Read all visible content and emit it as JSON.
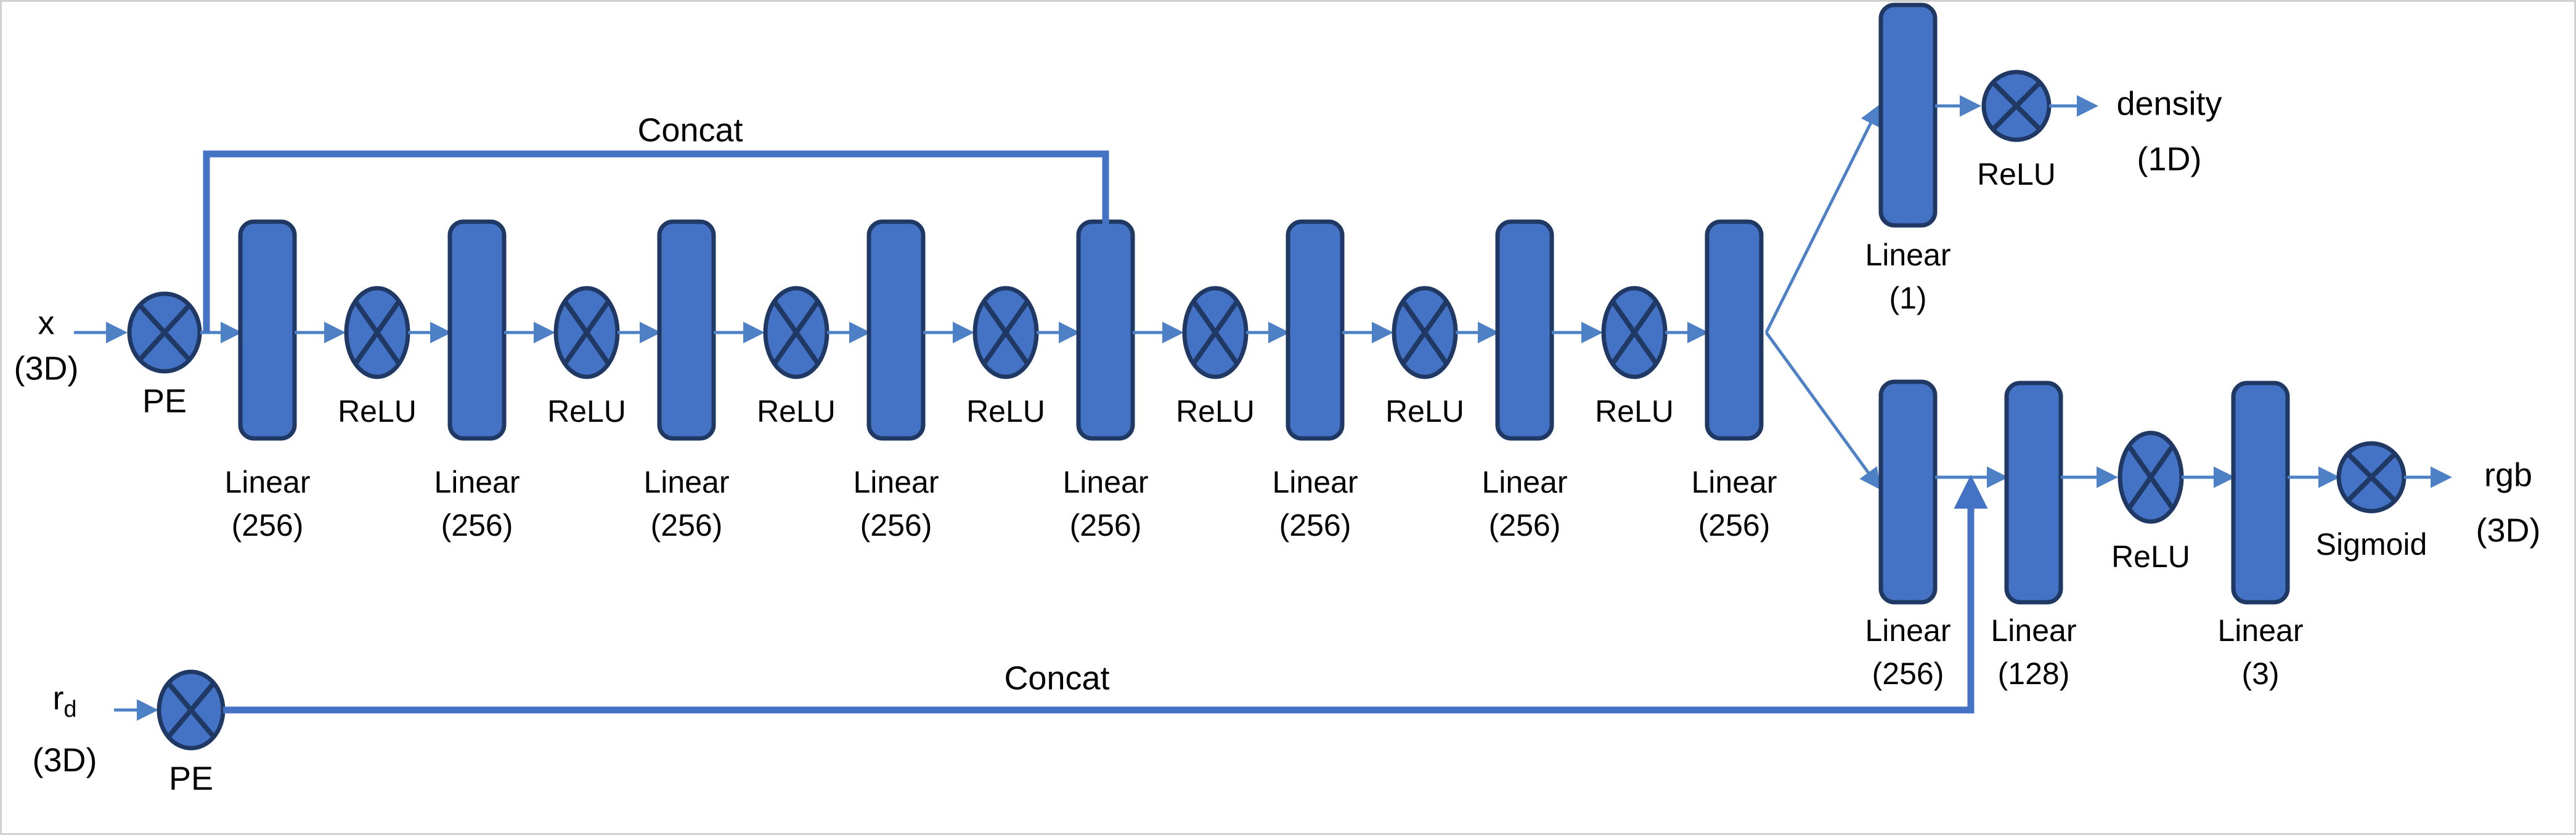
{
  "figure": {
    "title": "NeRF MLP architecture",
    "colors": {
      "node_fill": "#4472C4",
      "node_stroke": "#1F3864",
      "arrow": "#4E80C6",
      "text": "#000000",
      "background": "#FFFFFF"
    }
  },
  "inputs": {
    "x": {
      "symbol": "x",
      "dim": "(3D)"
    },
    "rd": {
      "symbol": "r",
      "sub": "d",
      "dim": "(3D)"
    }
  },
  "outputs": {
    "density": {
      "label": "density",
      "dim": "(1D)"
    },
    "rgb": {
      "label": "rgb",
      "dim": "(3D)"
    }
  },
  "encoders": {
    "pe_x": "PE",
    "pe_rd": "PE"
  },
  "skip_connections": {
    "top": "Concat",
    "bottom": "Concat"
  },
  "trunk": [
    {
      "kind": "linear",
      "label": "Linear",
      "size": "(256)"
    },
    {
      "kind": "relu",
      "label": "ReLU"
    },
    {
      "kind": "linear",
      "label": "Linear",
      "size": "(256)"
    },
    {
      "kind": "relu",
      "label": "ReLU"
    },
    {
      "kind": "linear",
      "label": "Linear",
      "size": "(256)"
    },
    {
      "kind": "relu",
      "label": "ReLU"
    },
    {
      "kind": "linear",
      "label": "Linear",
      "size": "(256)"
    },
    {
      "kind": "relu",
      "label": "ReLU"
    },
    {
      "kind": "linear",
      "label": "Linear",
      "size": "(256)"
    },
    {
      "kind": "relu",
      "label": "ReLU"
    },
    {
      "kind": "linear",
      "label": "Linear",
      "size": "(256)"
    },
    {
      "kind": "relu",
      "label": "ReLU"
    },
    {
      "kind": "linear",
      "label": "Linear",
      "size": "(256)"
    },
    {
      "kind": "relu",
      "label": "ReLU"
    },
    {
      "kind": "linear",
      "label": "Linear",
      "size": "(256)"
    }
  ],
  "density_branch": [
    {
      "kind": "linear",
      "label": "Linear",
      "size": "(1)"
    },
    {
      "kind": "relu",
      "label": "ReLU"
    }
  ],
  "color_branch": [
    {
      "kind": "linear",
      "label": "Linear",
      "size": "(256)"
    },
    {
      "kind": "linear",
      "label": "Linear",
      "size": "(128)"
    },
    {
      "kind": "relu",
      "label": "ReLU"
    },
    {
      "kind": "linear",
      "label": "Linear",
      "size": "(3)"
    },
    {
      "kind": "sigmoid",
      "label": "Sigmoid"
    }
  ]
}
